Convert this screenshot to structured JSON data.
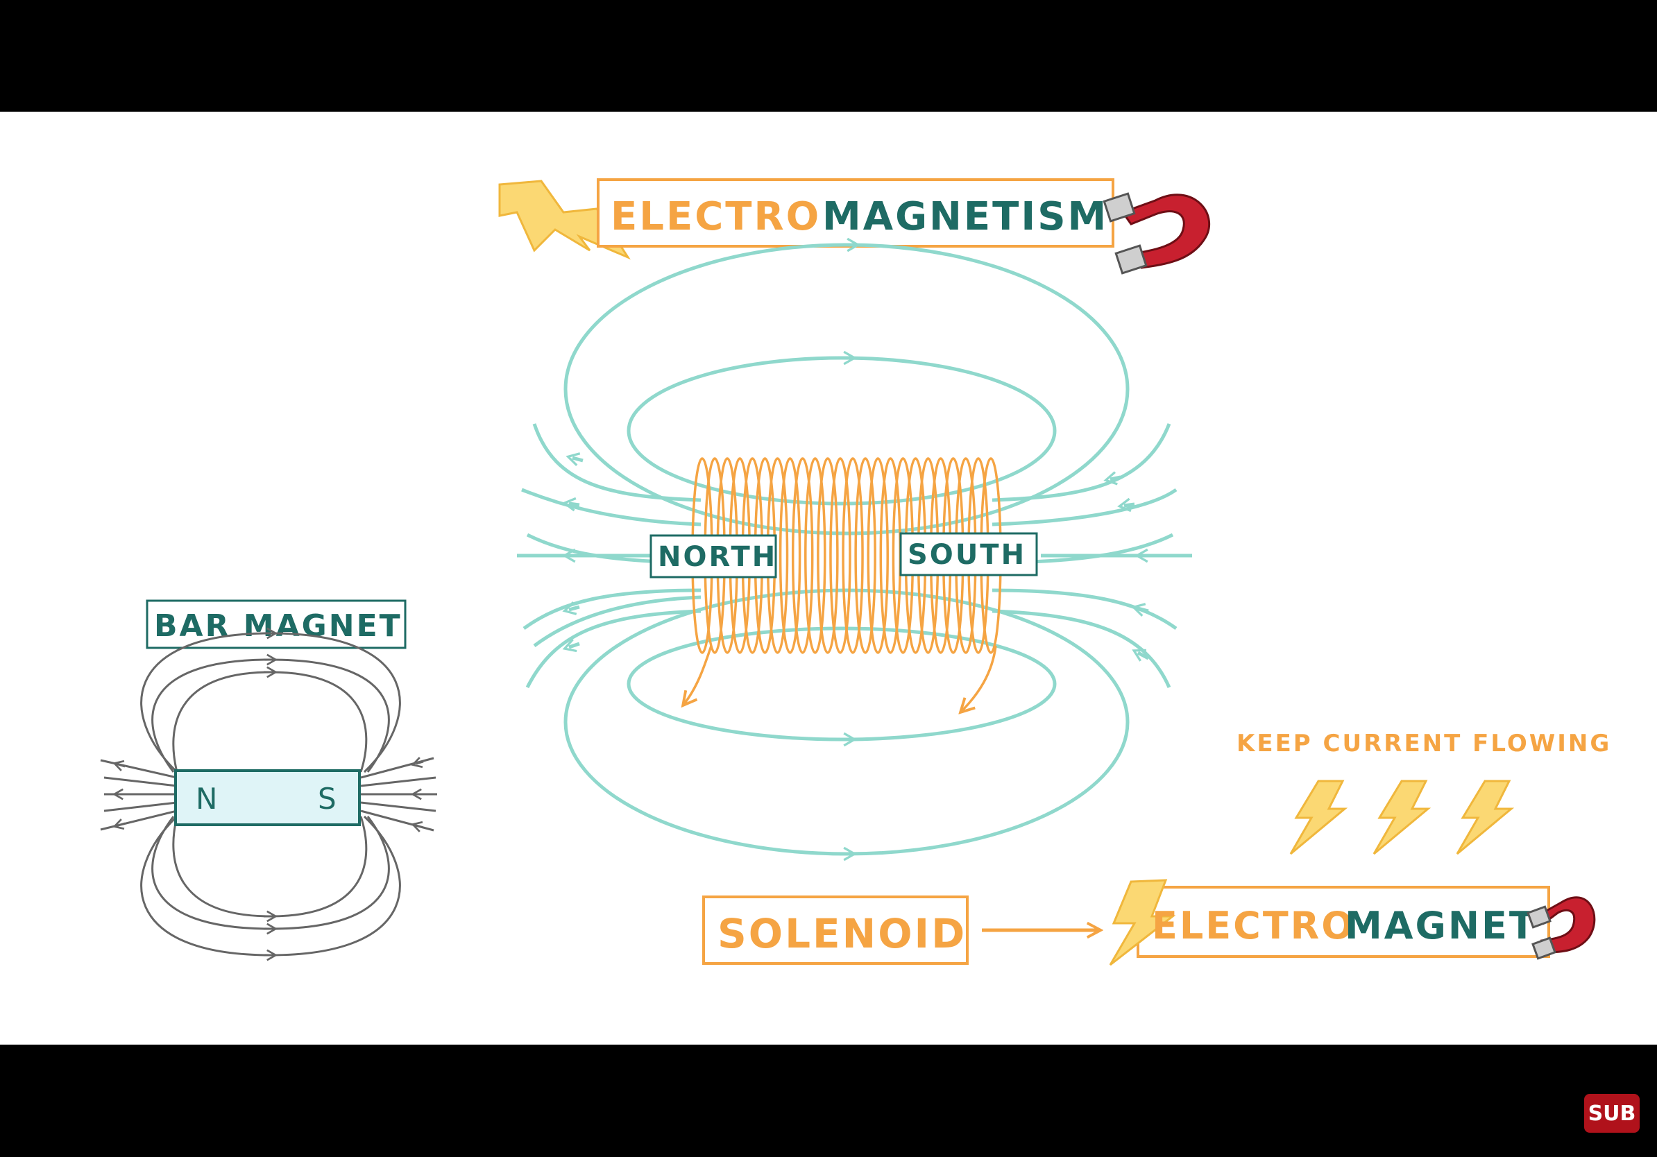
{
  "title": {
    "part1": "ELECTRO",
    "part2": "MAGNETISM"
  },
  "solenoid": {
    "north": "NORTH",
    "south": "SOUTH"
  },
  "bar_magnet": {
    "label": "BAR MAGNET",
    "n": "N",
    "s": "S"
  },
  "keep_current": "KEEP CURRENT FLOWING",
  "flow": {
    "solenoid": "SOLENOID",
    "electro": "ELECTRO",
    "magnet": "MAGNET"
  },
  "player": {
    "sub_button": "SUB"
  },
  "colors": {
    "orange": "#f5a443",
    "teal": "#8fd8cc",
    "dark_teal": "#1e6b64",
    "gray": "#666666",
    "red_magnet": "#c8202f",
    "yellow_bolt": "#fbd873"
  }
}
